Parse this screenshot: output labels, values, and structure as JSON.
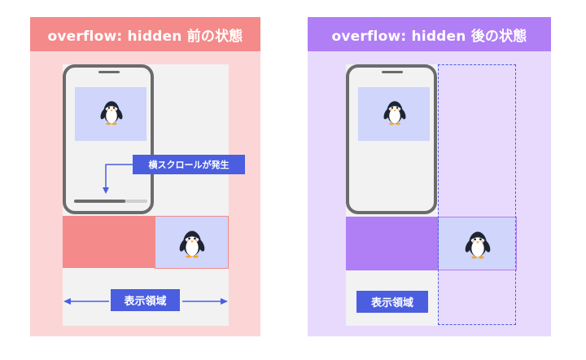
{
  "left_panel": {
    "title": "overflow: hidden 前の状態",
    "scroll_callout": "横スクロールが発生",
    "display_area_label": "表示領域",
    "scrollbar_progress": 0.7
  },
  "right_panel": {
    "title": "overflow: hidden 後の状態",
    "display_area_label": "表示領域"
  },
  "colors": {
    "left_bg": "#fcd6d6",
    "left_accent": "#f58a8a",
    "right_bg": "#e8dafd",
    "right_accent": "#b07ef5",
    "label_blue": "#4b5ee0",
    "image_bg": "#cfd5fb",
    "phone_frame": "#6b6b6b"
  },
  "icons": {
    "image": "penguin-icon",
    "arrows": [
      "arrow-left-icon",
      "arrow-right-icon",
      "arrow-down-icon"
    ]
  }
}
